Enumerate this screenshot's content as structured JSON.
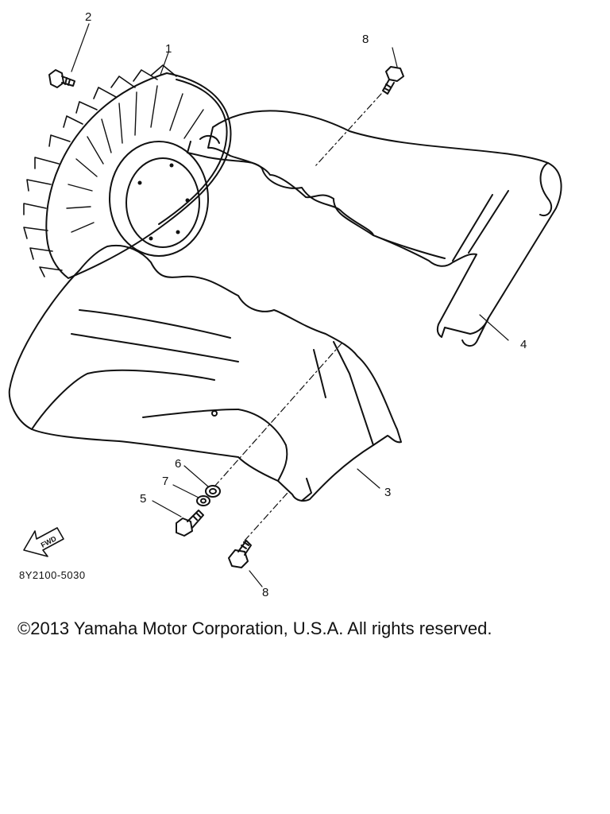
{
  "callouts": {
    "c1": "1",
    "c2": "2",
    "c3": "3",
    "c4": "4",
    "c5": "5",
    "c6": "6",
    "c7": "7",
    "c8_top": "8",
    "c8_bottom": "8"
  },
  "fwd_label": "FWD",
  "part_code": "8Y2100-5030",
  "copyright": "©2013 Yamaha Motor Corporation, U.S.A. All rights reserved."
}
